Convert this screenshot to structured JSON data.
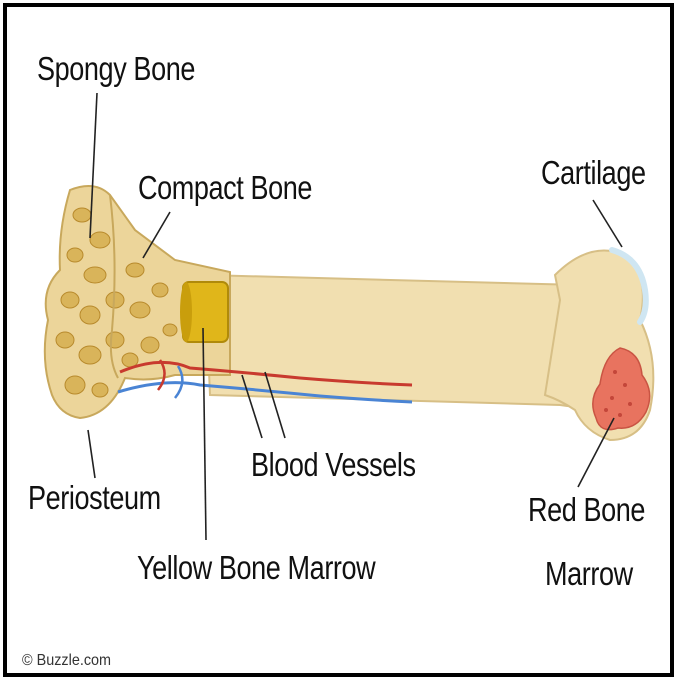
{
  "labels": {
    "spongy_bone": "Spongy Bone",
    "compact_bone": "Compact Bone",
    "cartilage": "Cartilage",
    "blood_vessels": "Blood Vessels",
    "periosteum": "Periosteum",
    "yellow_bone_marrow": "Yellow Bone Marrow",
    "red_bone_marrow_line1": "Red Bone",
    "red_bone_marrow_line2": "Marrow"
  },
  "credit": "© Buzzle.com",
  "colors": {
    "bone": "#f1dfb0",
    "bone_shade": "#e3c98e",
    "spongy": "#d9b45a",
    "spongy_dark": "#b88a2c",
    "yellow_marrow": "#e0b61a",
    "red_marrow": "#e8735f",
    "artery": "#c83a2e",
    "vein": "#4a84d4",
    "cartilage": "#cfe6f2",
    "leader": "#222222"
  }
}
